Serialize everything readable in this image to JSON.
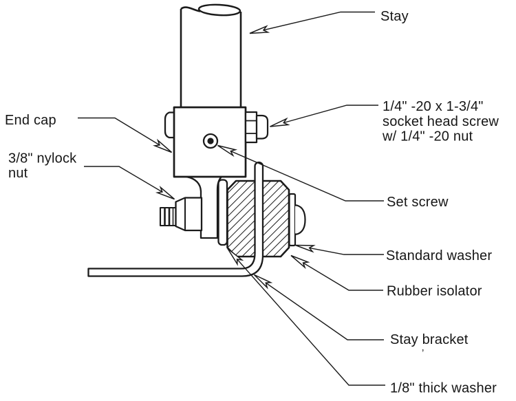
{
  "diagram": {
    "colors": {
      "background": "#ffffff",
      "line": "#1b1b1b"
    },
    "labels": {
      "stay": {
        "text": "Stay"
      },
      "socket_screw": {
        "lines": [
          "1/4\" -20 x 1-3/4\"",
          "socket head screw",
          "w/ 1/4\" -20 nut"
        ]
      },
      "end_cap": {
        "text": "End cap"
      },
      "nylock_nut": {
        "lines": [
          "3/8\" nylock",
          "nut"
        ]
      },
      "set_screw": {
        "text": "Set screw"
      },
      "standard_washer": {
        "text": "Standard washer"
      },
      "rubber_isolator": {
        "text": "Rubber isolator"
      },
      "stay_bracket": {
        "text": "Stay bracket"
      },
      "thick_washer": {
        "text": "1/8\" thick washer"
      },
      "stray_mark": {
        "text": "’"
      }
    }
  }
}
